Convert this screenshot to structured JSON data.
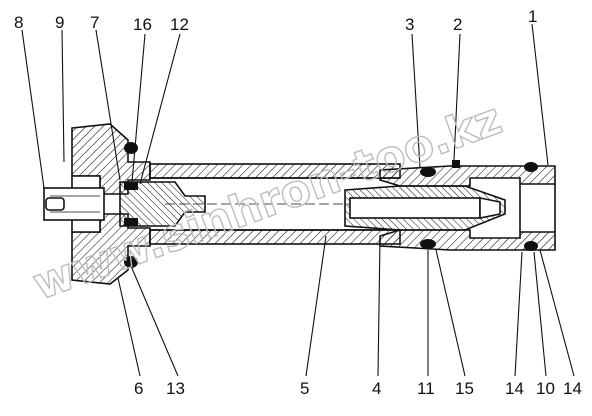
{
  "callouts": {
    "c1": "1",
    "c2": "2",
    "c3": "3",
    "c4": "4",
    "c5": "5",
    "c6": "6",
    "c7": "7",
    "c8": "8",
    "c9": "9",
    "c10": "10",
    "c11": "11",
    "c12": "12",
    "c13": "13",
    "c14a": "14",
    "c14b": "14",
    "c15": "15",
    "c16": "16"
  },
  "watermark": "www.sinhron-too.kz",
  "colors": {
    "ink": "#111111",
    "watermark": "#bdbdbd",
    "seal": "#111111"
  }
}
